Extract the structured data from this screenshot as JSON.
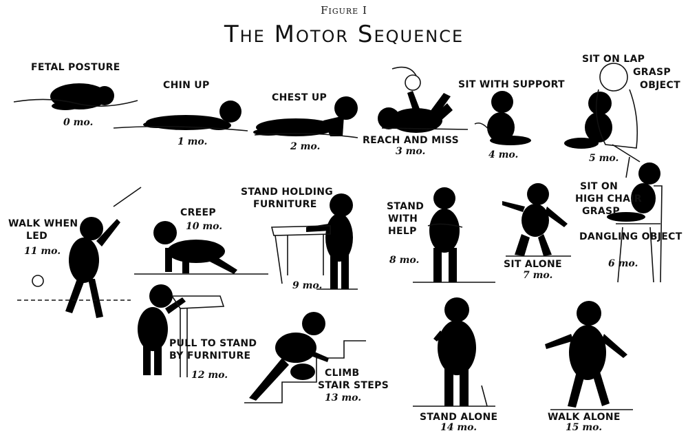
{
  "figure_label": "Figure I",
  "title": "The Motor Sequence",
  "stages": [
    {
      "id": "fetal-posture",
      "label": "FETAL POSTURE",
      "age": "0 mo."
    },
    {
      "id": "chin-up",
      "label": "CHIN UP",
      "age": "1 mo."
    },
    {
      "id": "chest-up",
      "label": "CHEST UP",
      "age": "2 mo."
    },
    {
      "id": "reach-and-miss",
      "label": "REACH AND MISS",
      "age": "3 mo."
    },
    {
      "id": "sit-with-support",
      "label": "SIT WITH SUPPORT",
      "age": "4 mo."
    },
    {
      "id": "sit-on-lap",
      "label_line1": "SIT ON LAP",
      "label_line2": "GRASP",
      "label_line3": "OBJECT",
      "age": "5 mo."
    },
    {
      "id": "sit-on-high-chair",
      "label_line1": "SIT ON",
      "label_line2": "HIGH CHAIR",
      "label_line3": "GRASP",
      "label_line4": "DANGLING OBJECT",
      "age": "6 mo."
    },
    {
      "id": "sit-alone",
      "label": "SIT ALONE",
      "age": "7 mo."
    },
    {
      "id": "stand-with-help",
      "label_line1": "STAND",
      "label_line2": "WITH",
      "label_line3": "HELP",
      "age": "8 mo."
    },
    {
      "id": "stand-holding-furniture",
      "label_line1": "STAND HOLDING",
      "label_line2": "FURNITURE",
      "age": "9 mo."
    },
    {
      "id": "creep",
      "label": "CREEP",
      "age": "10 mo."
    },
    {
      "id": "walk-when-led",
      "label_line1": "WALK WHEN",
      "label_line2": "LED",
      "age": "11 mo."
    },
    {
      "id": "pull-to-stand",
      "label_line1": "PULL TO STAND",
      "label_line2": "BY FURNITURE",
      "age": "12 mo."
    },
    {
      "id": "climb-stair-steps",
      "label_line1": "CLIMB",
      "label_line2": "STAIR STEPS",
      "age": "13 mo."
    },
    {
      "id": "stand-alone",
      "label": "STAND ALONE",
      "age": "14 mo."
    },
    {
      "id": "walk-alone",
      "label": "WALK ALONE",
      "age": "15 mo."
    }
  ]
}
